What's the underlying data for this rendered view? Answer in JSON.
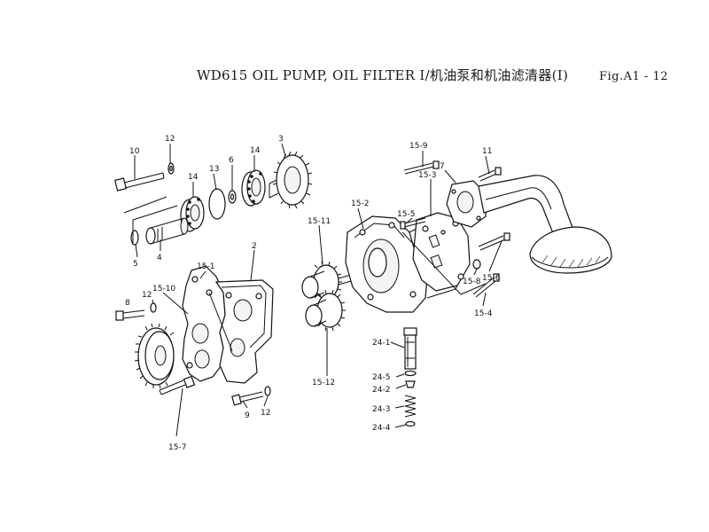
{
  "header": {
    "title": "WD615 OIL PUMP, OIL FILTER Ⅰ/机油泵和机油滤清器(Ⅰ)",
    "figure_ref": "Fig.A1 - 12"
  },
  "callouts": {
    "c10": "10",
    "c12a": "12",
    "c3": "3",
    "c13": "13",
    "c6": "6",
    "c14a": "14",
    "c14b": "14",
    "c5": "5",
    "c4": "4",
    "c2": "2",
    "c15_1": "15-1",
    "c15_10": "15-10",
    "c12b": "12",
    "c8": "8",
    "c15_11": "15-11",
    "c15_2": "15-2",
    "c15_9": "15-9",
    "c15_3": "15-3",
    "c7": "7",
    "c11": "11",
    "c15_5": "15-5",
    "c15_8": "15-8",
    "c15_6": "15-6",
    "c15_4": "15-4",
    "c15_12": "15-12",
    "c24_1": "24-1",
    "c24_5": "24-5",
    "c24_2": "24-2",
    "c24_3": "24-3",
    "c24_4": "24-4",
    "c9": "9",
    "c12c": "12",
    "c15_7": "15-7"
  }
}
